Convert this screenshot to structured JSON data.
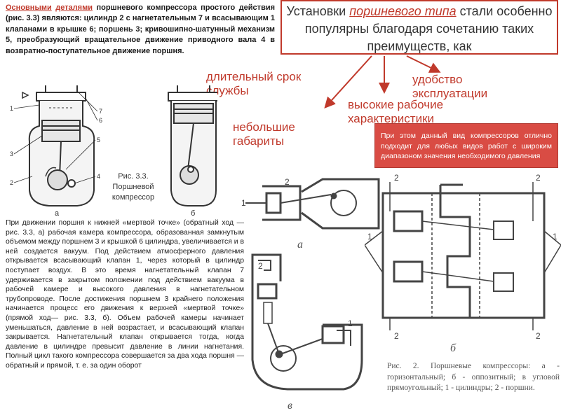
{
  "intro": {
    "highlight1": "Основными",
    "highlight2": "деталями",
    "text": "поршневого компрессора простого действия (рис. 3.3) являются: цилиндр 2 с нагнетательным 7 и всасывающим 1 клапанами в крышке 6; поршень 3; кривошипно-шатунный механизм 5, преобразующий вращательное движение приводного вала 4 в возвратно-поступательное движение поршня."
  },
  "callout": {
    "before": "Установки ",
    "highlight": "поршневого типа",
    "after": " стали особенно популярны благодаря сочетанию таких преимуществ, как"
  },
  "advantages": {
    "long_life": "длительный срок службы",
    "convenience": "удобство эксплуатации",
    "high_performance": "высокие рабочие характеристики",
    "small_size": "небольшие габариты"
  },
  "note": "При этом данный вид компрессоров отлично подходит для любых видов работ с широким диапазоном значения необходимого давления",
  "figure": {
    "caption_line1": "Рис. 3.3.",
    "caption_line2": "Поршневой",
    "caption_line3": "компрессор",
    "label_a": "а",
    "label_b": "б",
    "labels": [
      "1",
      "2",
      "3",
      "4",
      "5",
      "6",
      "7"
    ]
  },
  "body_text": "При движении поршня к нижней «мертвой точке» (обратный ход — рис. 3.3, а) рабочая камера компрессора, образованная замкнутым объемом между поршнем 3 и крышкой 6 цилиндра, увеличивается и в ней создается вакуум. Под действием атмосферного давления открывается всасывающий клапан 1, через который в цилиндр поступает воздух. В это время нагнетательный клапан 7 удерживается в закрытом положении под действием вакуума в рабочей камере и высокого давления в нагнетательном трубопроводе. После достижения поршнем 3 крайнего положения начинается процесс его движения к верхней «мертвой точке» (прямой ход— рис. 3.3, б). Объем рабочей камеры начинает уменьшаться, давление в ней возрастает, и всасывающий клапан закрывается. Нагнетательный клапан открывается тогда, когда давление в цилиндре превысит давление в линии нагнетания. Полный цикл такого компрессора совершается за два хода поршня — обратный и прямой, т. е. за один оборот",
  "schematics": {
    "label_a": "а",
    "label_b": "б",
    "label_v": "в",
    "num1": "1",
    "num2": "2",
    "caption": "Рис. 2. Поршневые компрессоры: а - горизонтальный; б - оппозитный; в угловой прямоугольный; 1 - цилиндры; 2 - поршни."
  },
  "colors": {
    "accent": "#c0392b",
    "note_bg": "#d94c44"
  }
}
